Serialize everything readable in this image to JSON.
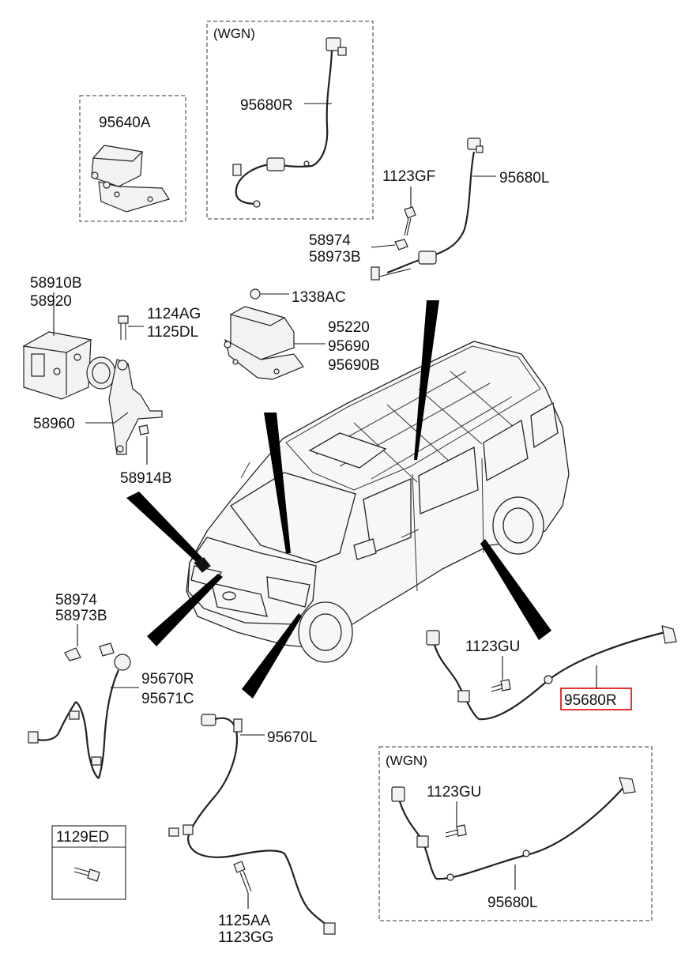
{
  "diagram": {
    "boxes": {
      "wgn_top": "(WGN)",
      "wgn_bottom": "(WGN)",
      "bolt_box": "1129ED"
    },
    "labels": {
      "p95640A": "95640A",
      "p95680R_top": "95680R",
      "p1123GF": "1123GF",
      "p95680L_top": "95680L",
      "p58974_top": "58974",
      "p58973B_top": "58973B",
      "p58910B": "58910B",
      "p58920": "58920",
      "p1124AG": "1124AG",
      "p1125DL": "1125DL",
      "p1338AC": "1338AC",
      "p95220": "95220",
      "p95690": "95690",
      "p95690B": "95690B",
      "p58960": "58960",
      "p58914B": "58914B",
      "p58974_bot": "58974",
      "p58973B_bot": "58973B",
      "p95670R": "95670R",
      "p95671C": "95671C",
      "p95670L": "95670L",
      "p1123GU_mid": "1123GU",
      "p95680R_sel": "95680R",
      "p1123GU_bot": "1123GU",
      "p95680L_bot": "95680L",
      "p1125AA": "1125AA",
      "p1123GG": "1123GG"
    },
    "highlight_color": "#e00000"
  }
}
